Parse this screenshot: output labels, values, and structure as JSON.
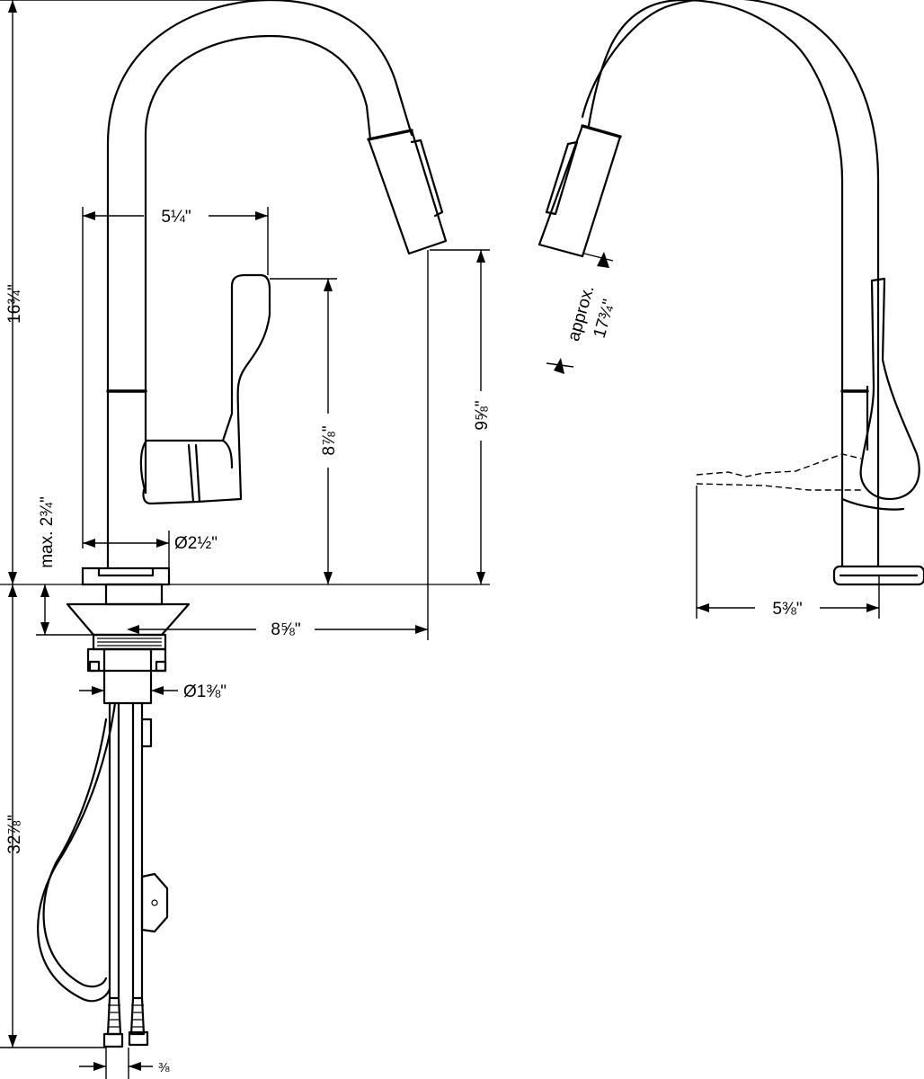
{
  "dimensions": {
    "spout_reach_top": "5¼\"",
    "handle_height": "8⅞\"",
    "spout_clearance": "9⅝\"",
    "total_height": "16¾\"",
    "base_diameter": "Ø2½\"",
    "deck_thickness": "max. 2¾\"",
    "spout_reach": "8⅝\"",
    "shank_diameter": "Ø1⅜\"",
    "hose_length": "32⅞\"",
    "connection_size": "⅜",
    "pullout_approx_word": "approx.",
    "pullout_length": "17¾\"",
    "side_handle_clearance": "5⅜\""
  }
}
